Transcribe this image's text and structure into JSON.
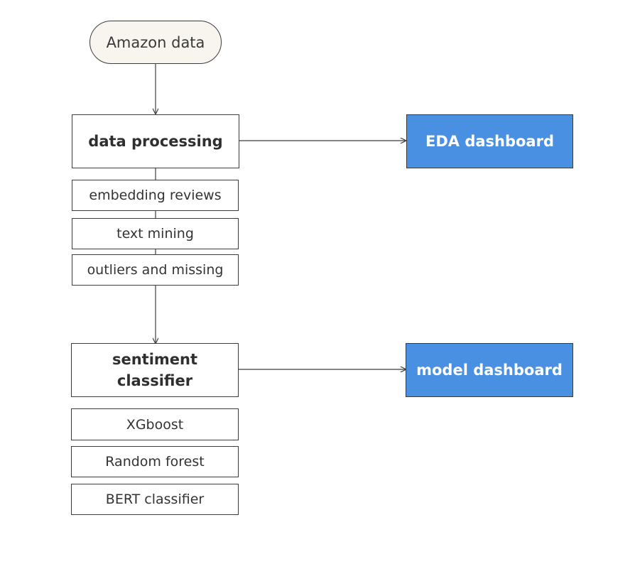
{
  "diagram": {
    "start": {
      "label": "Amazon data"
    },
    "processing": {
      "label": "data processing",
      "steps": [
        "embedding reviews",
        "text mining",
        "outliers and missing"
      ]
    },
    "classifier": {
      "label": "sentiment classifier",
      "models": [
        "XGboost",
        "Random forest",
        "BERT classifier"
      ]
    },
    "eda_dashboard": {
      "label": "EDA dashboard"
    },
    "model_dashboard": {
      "label": "model dashboard"
    }
  },
  "colors": {
    "dashboard_fill": "#4a90e2",
    "start_fill": "#f8f4ee",
    "stroke": "#3c3c3c"
  }
}
